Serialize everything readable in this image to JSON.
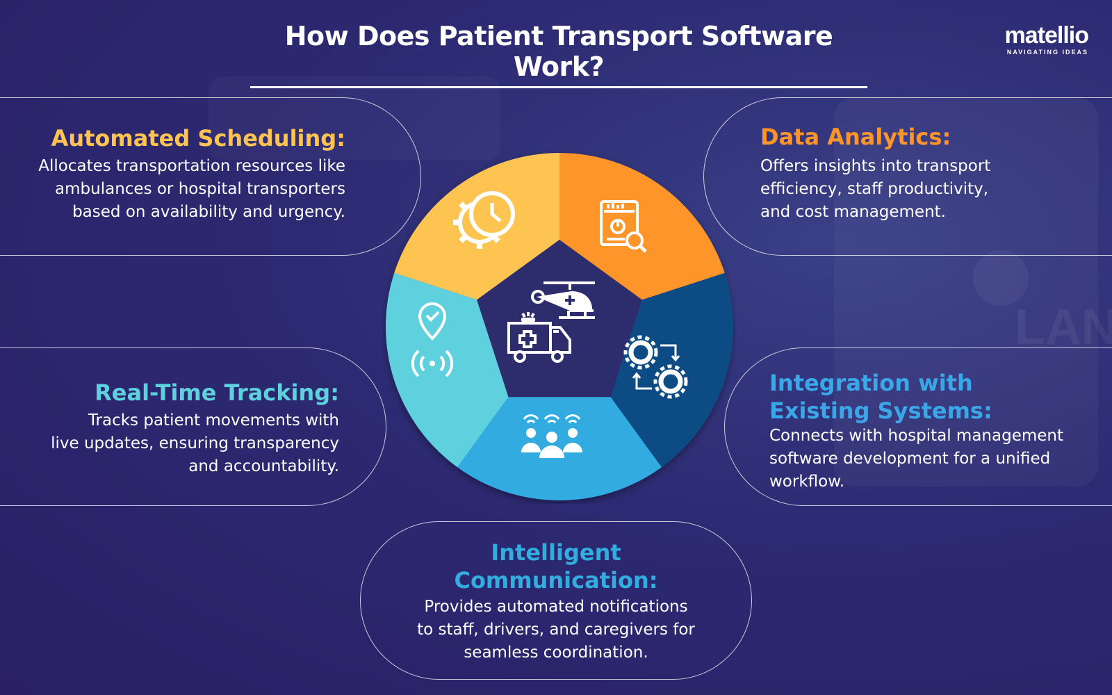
{
  "title": "How Does Patient Transport Software Work?",
  "logo": {
    "name": "matellio",
    "tagline": "NAVIGATING IDEAS"
  },
  "colors": {
    "background": "#2c2a72",
    "yellow": "#fdc451",
    "orange": "#fd952a",
    "navy": "#0f4c85",
    "blue": "#33ace0",
    "teal": "#5fd0de",
    "center": "#2d2d6e"
  },
  "sections": {
    "scheduling": {
      "title": "Automated Scheduling:",
      "desc_lines": [
        "Allocates transportation resources like",
        "ambulances or hospital transporters",
        "based on availability and urgency."
      ],
      "title_color": "#fdc451",
      "icon": "gear-clock-icon"
    },
    "analytics": {
      "title": "Data Analytics:",
      "desc_lines": [
        "Offers insights into transport",
        "efficiency, staff productivity,",
        "and cost management."
      ],
      "title_color": "#fd952a",
      "icon": "report-search-icon"
    },
    "tracking": {
      "title": "Real-Time Tracking:",
      "desc_lines": [
        "Tracks patient movements with",
        "live updates, ensuring transparency",
        "and accountability."
      ],
      "title_color": "#5fd0de",
      "icon": "location-pin-signal-icon"
    },
    "integration": {
      "title_lines": [
        "Integration with",
        "Existing Systems:"
      ],
      "desc_lines": [
        "Connects with hospital management",
        "software development for a unified",
        "workflow."
      ],
      "title_color": "#3aa8e8",
      "icon": "gears-sync-icon"
    },
    "communication": {
      "title_lines": [
        "Intelligent",
        "Communication:"
      ],
      "desc_lines": [
        "Provides automated notifications",
        "to staff, drivers, and caregivers for",
        "seamless coordination."
      ],
      "title_color": "#33ace0",
      "icon": "people-broadcast-icon"
    }
  },
  "center_icons": [
    "helicopter-icon",
    "ambulance-icon"
  ]
}
